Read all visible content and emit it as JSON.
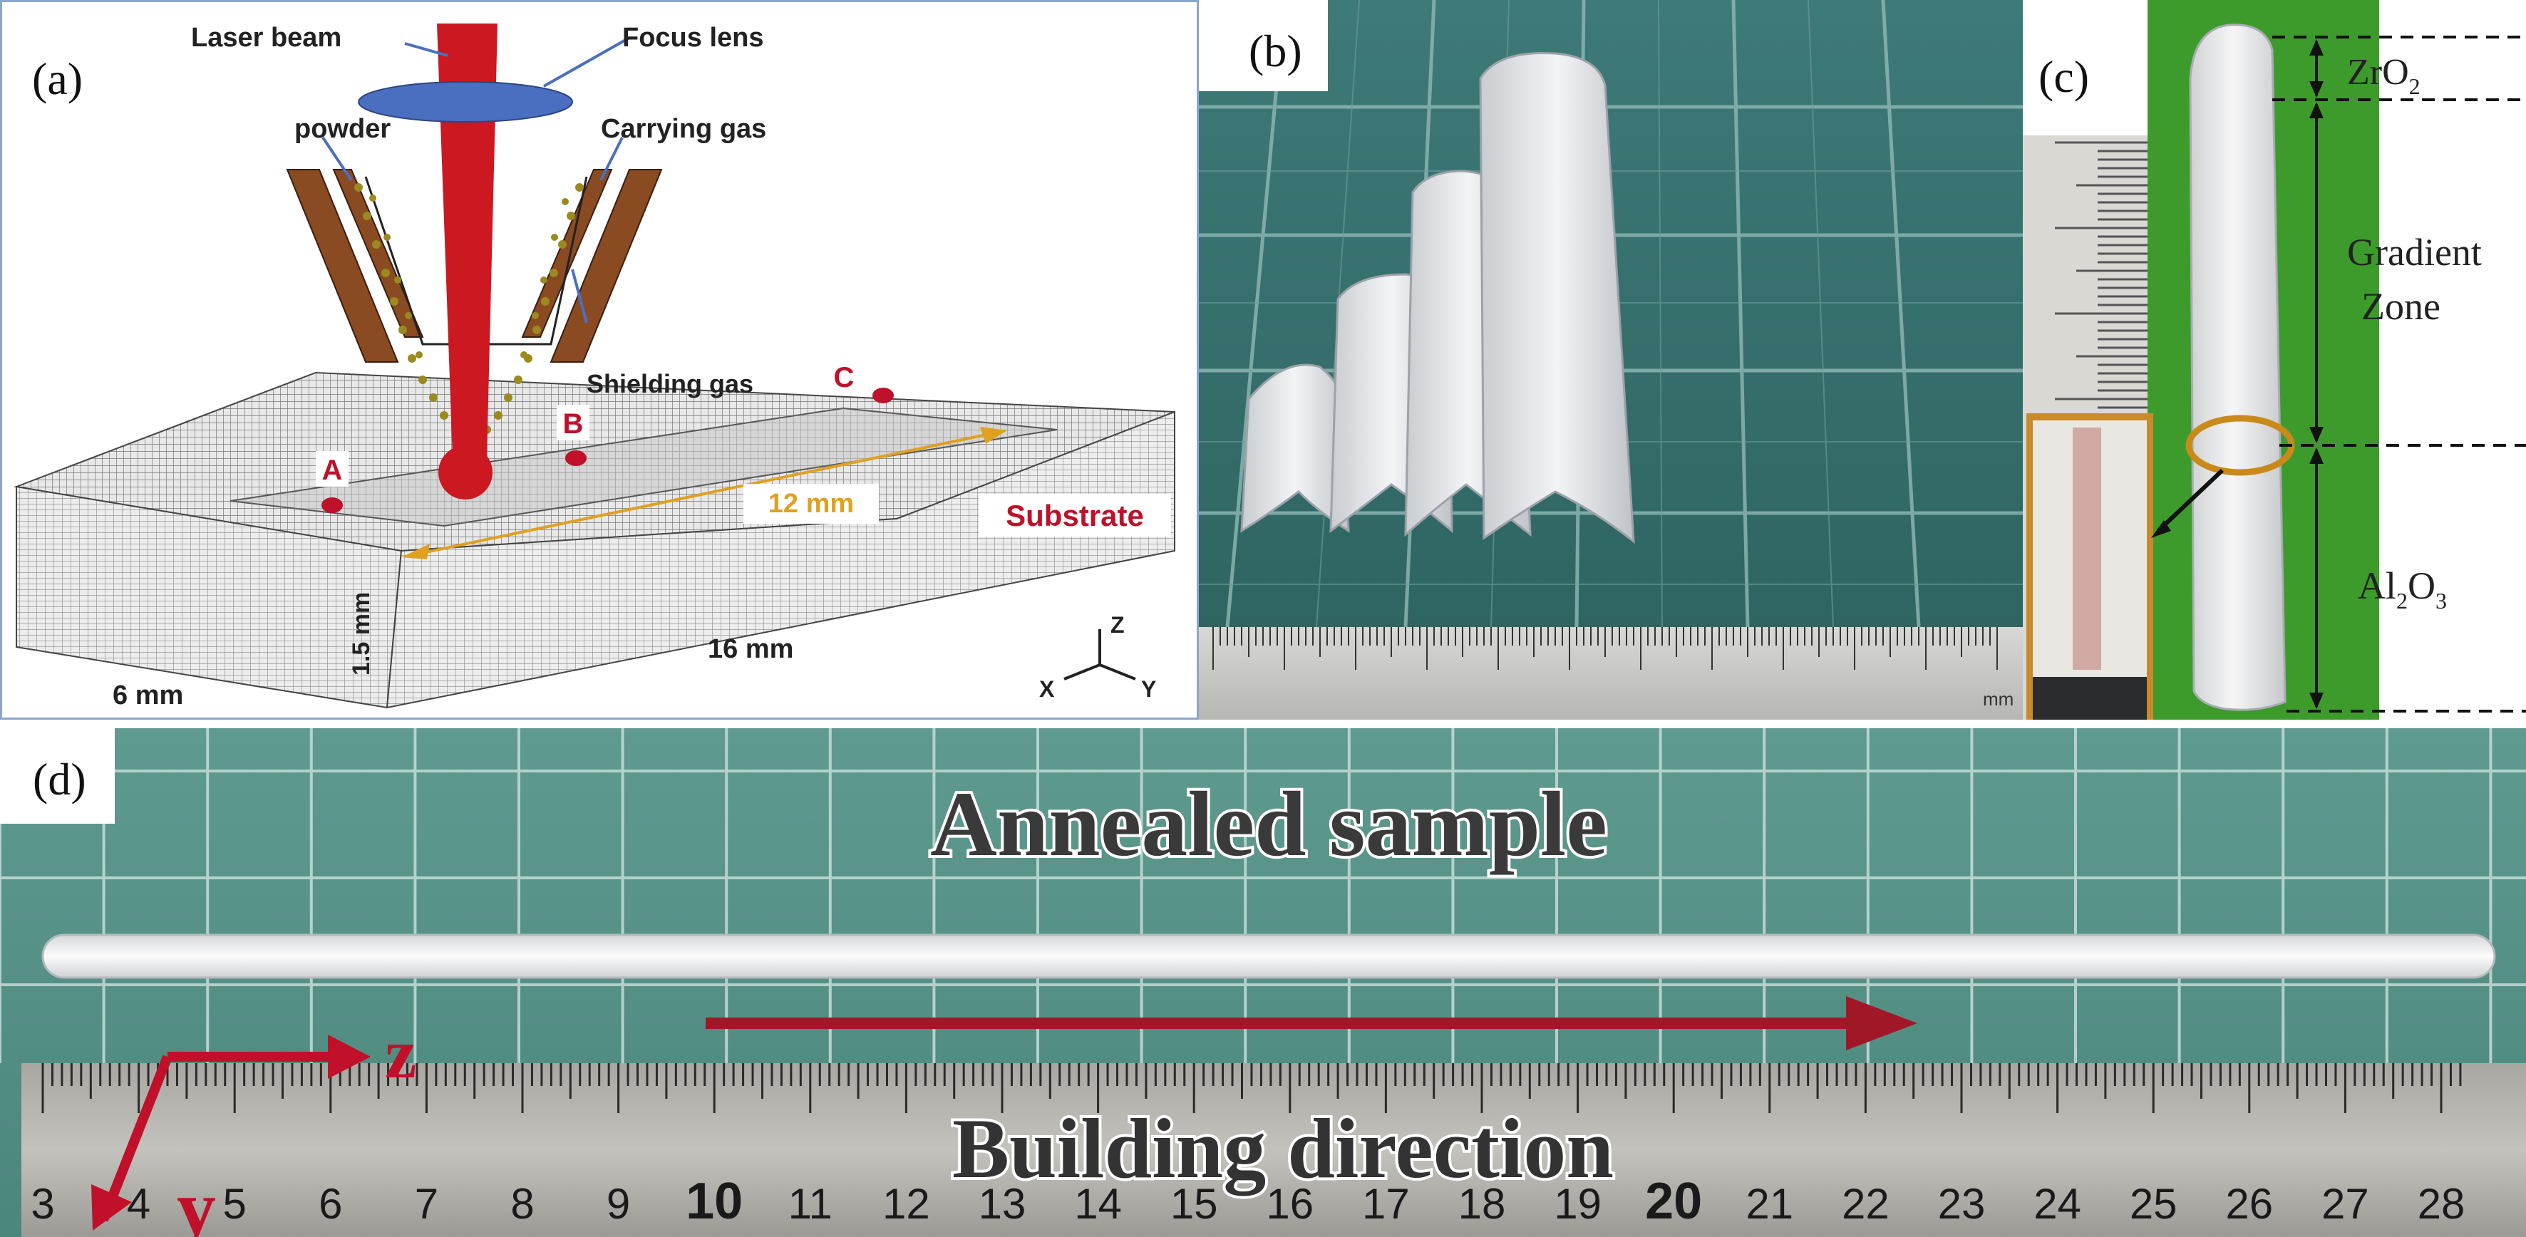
{
  "panels": {
    "a": {
      "label": "(a)",
      "texts": {
        "laser_beam": "Laser beam",
        "focus_lens": "Focus lens",
        "powder": "powder",
        "carrying_gas": "Carrying gas",
        "shielding_gas": "Shielding gas",
        "point_a": "A",
        "point_b": "B",
        "point_c": "C",
        "length_12": "12 mm",
        "substrate": "Substrate",
        "dim_16": "16 mm",
        "dim_6": "6 mm",
        "dim_15": "1.5 mm",
        "axis_x": "X",
        "axis_y": "Y",
        "axis_z": "Z"
      },
      "colors": {
        "beam": "#cc1820",
        "lens": "#4a6fc0",
        "nozzle": "#8a4a22",
        "powder": "#9a8a20",
        "arrow": "#e0a020",
        "label_red": "#c0102a"
      }
    },
    "b": {
      "label": "(b)",
      "ruler_unit": "mm"
    },
    "c": {
      "label": "(c)",
      "zro2_base": "ZrO",
      "zro2_sub": "2",
      "gradient_line1": "Gradient",
      "gradient_line2": "Zone",
      "al2o3_a": "Al",
      "al2o3_sub1": "2",
      "al2o3_b": "O",
      "al2o3_sub2": "3"
    },
    "d": {
      "label": "(d)",
      "title": "Annealed sample",
      "direction": "Building direction",
      "axis_z": "z",
      "axis_y": "y",
      "ruler_numbers": [
        "3",
        "4",
        "5",
        "6",
        "7",
        "8",
        "9",
        "10",
        "11",
        "12",
        "13",
        "14",
        "15",
        "16",
        "17",
        "18",
        "19",
        "20",
        "21",
        "22",
        "23",
        "24",
        "25",
        "26",
        "27",
        "28"
      ]
    }
  }
}
